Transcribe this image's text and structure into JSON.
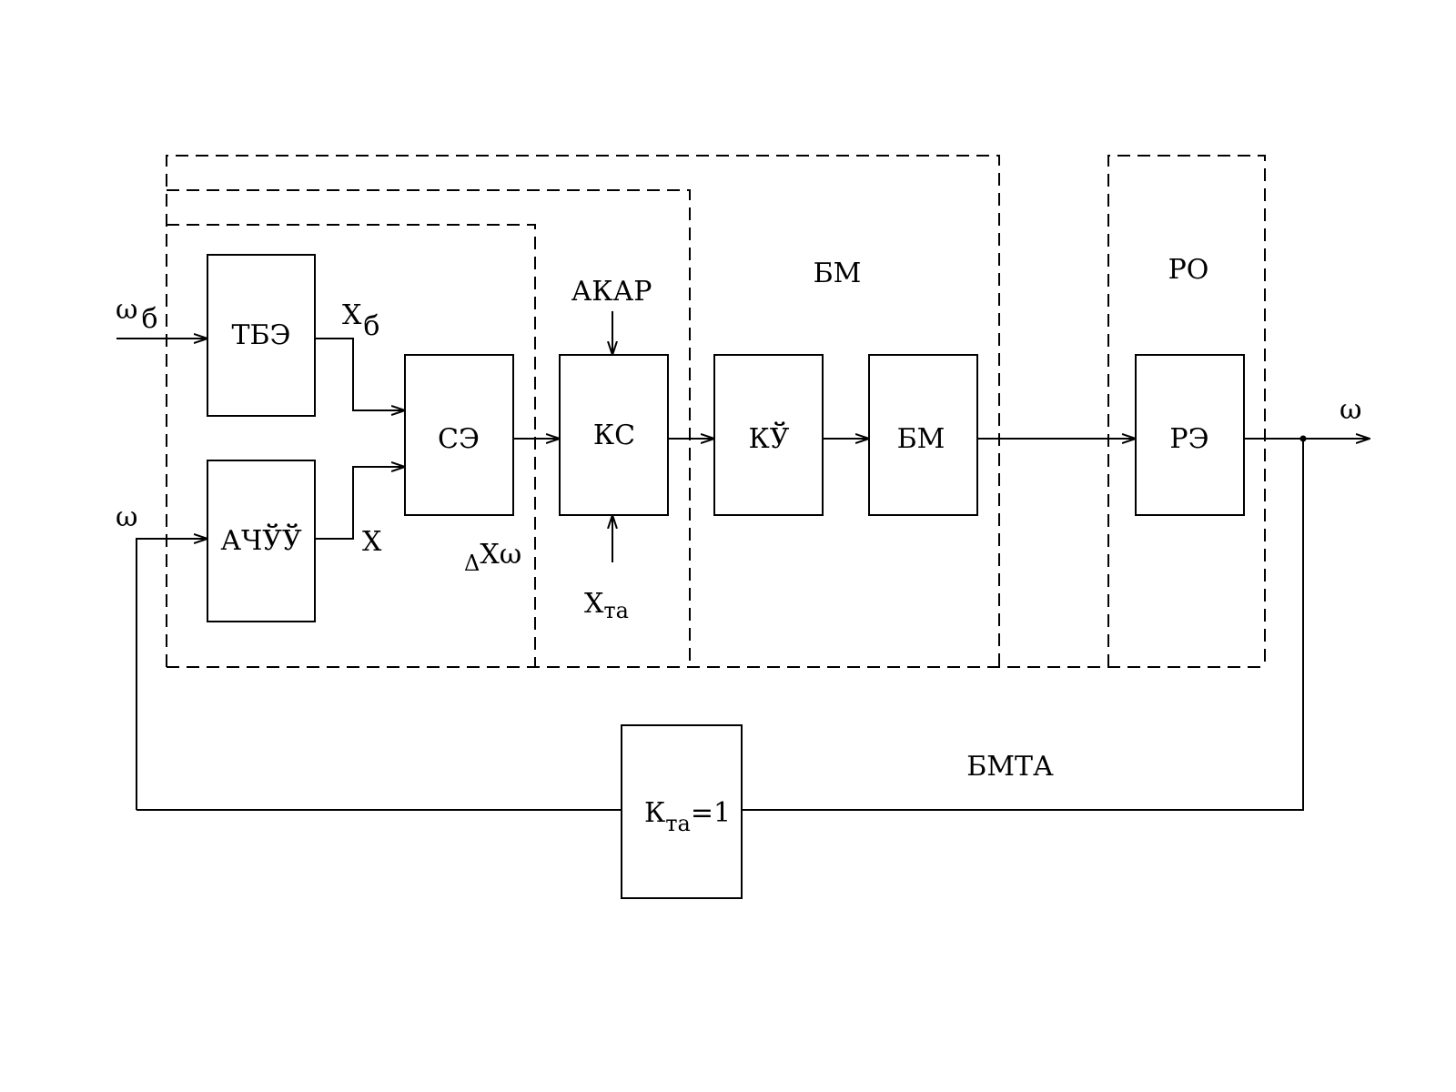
{
  "blocks": {
    "tbe": "ТБЭ",
    "achuu": "АЧЎЎ",
    "se": "СЭ",
    "ks": "КС",
    "ku": "КЎ",
    "bm_block": "БМ",
    "re": "РЭ",
    "kta_main": "К",
    "kta_sub": "та",
    "kta_value": "=1"
  },
  "groups": {
    "bm": "БМ",
    "ro": "РО",
    "bmta": "БМТА"
  },
  "signals": {
    "omega_b_main": "ω",
    "omega_b_sub": "б",
    "omega_in": "ω",
    "x_b_main": "Х",
    "x_b_sub": "б",
    "x": "Х",
    "delta_x_omega_delta": "Δ",
    "delta_x_omega_rest": "Хω",
    "akar": "АКАР",
    "x_ta_main": "Х",
    "x_ta_sub": "та",
    "omega_out": "ω"
  }
}
